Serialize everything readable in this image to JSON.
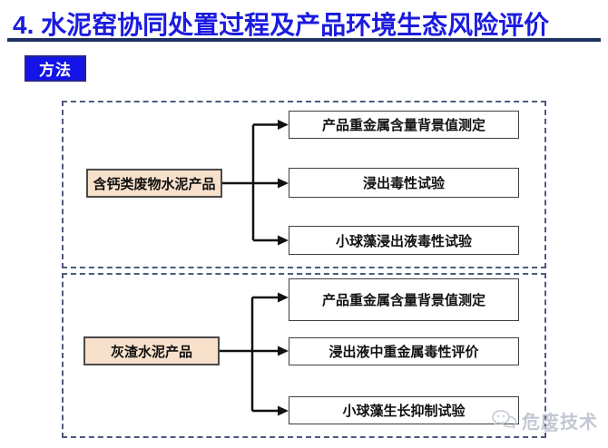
{
  "page": {
    "title": "4. 水泥窑协同处置过程及产品环境生态风险评价",
    "method_label": "方法"
  },
  "colors": {
    "title_blue": "#1b1be0",
    "rule_navy": "#1f3160",
    "method_badge_bg": "#1414e8",
    "dashed_border": "#4d5b7d",
    "source_box_bg": "#f7e1cb",
    "arrow_black": "#111111",
    "watermark_gray": "#bcc3cf"
  },
  "diagram": {
    "sections": [
      {
        "source": "含钙类废物水泥产品",
        "targets": [
          "产品重金属含量背景值测定",
          "浸出毒性试验",
          "小球藻浸出液毒性试验"
        ]
      },
      {
        "source": "灰渣水泥产品",
        "targets": [
          "产品重金属含量背景值测定",
          "浸出液中重金属毒性评价",
          "小球藻生长抑制试验"
        ]
      }
    ]
  },
  "watermark": {
    "text": "危废技术",
    "icon": "wechat-icon"
  }
}
